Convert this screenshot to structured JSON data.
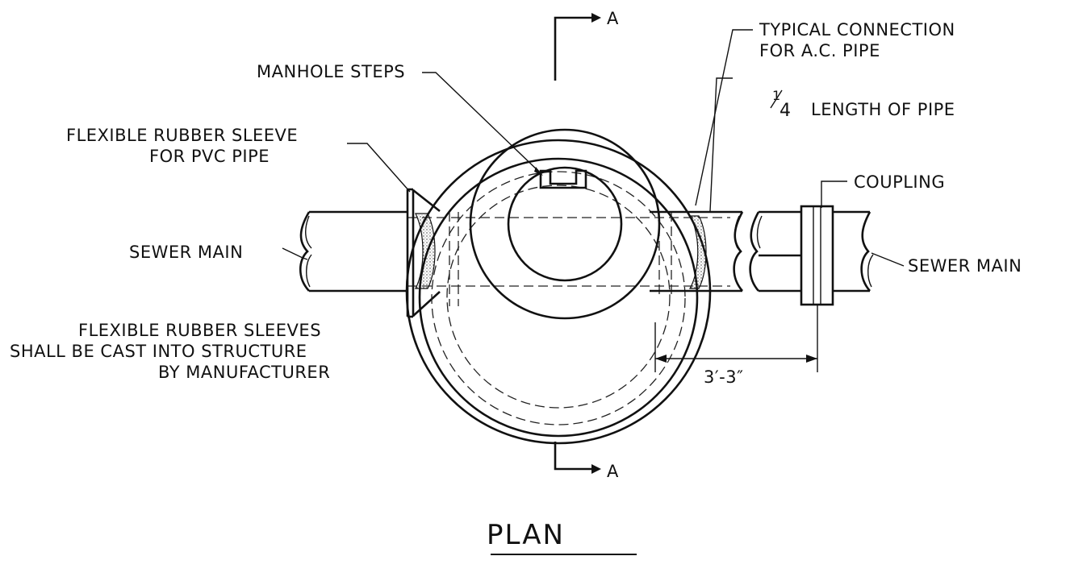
{
  "title": "PLAN",
  "section_marker": "A",
  "labels": {
    "manhole_steps": "MANHOLE STEPS",
    "typical_connection": [
      "TYPICAL CONNECTION",
      "FOR A.C. PIPE"
    ],
    "quarter_length": {
      "fraction_num": "1",
      "fraction_den": "4",
      "text": "LENGTH OF PIPE"
    },
    "flexible_sleeve": [
      "FLEXIBLE RUBBER SLEEVE",
      "FOR PVC PIPE"
    ],
    "coupling": "COUPLING",
    "sewer_main_left": "SEWER MAIN",
    "sewer_main_right": "SEWER MAIN",
    "sleeves_note": [
      "FLEXIBLE RUBBER SLEEVES",
      "SHALL BE CAST INTO STRUCTURE",
      "BY MANUFACTURER"
    ],
    "dimension": "3′-3″"
  }
}
